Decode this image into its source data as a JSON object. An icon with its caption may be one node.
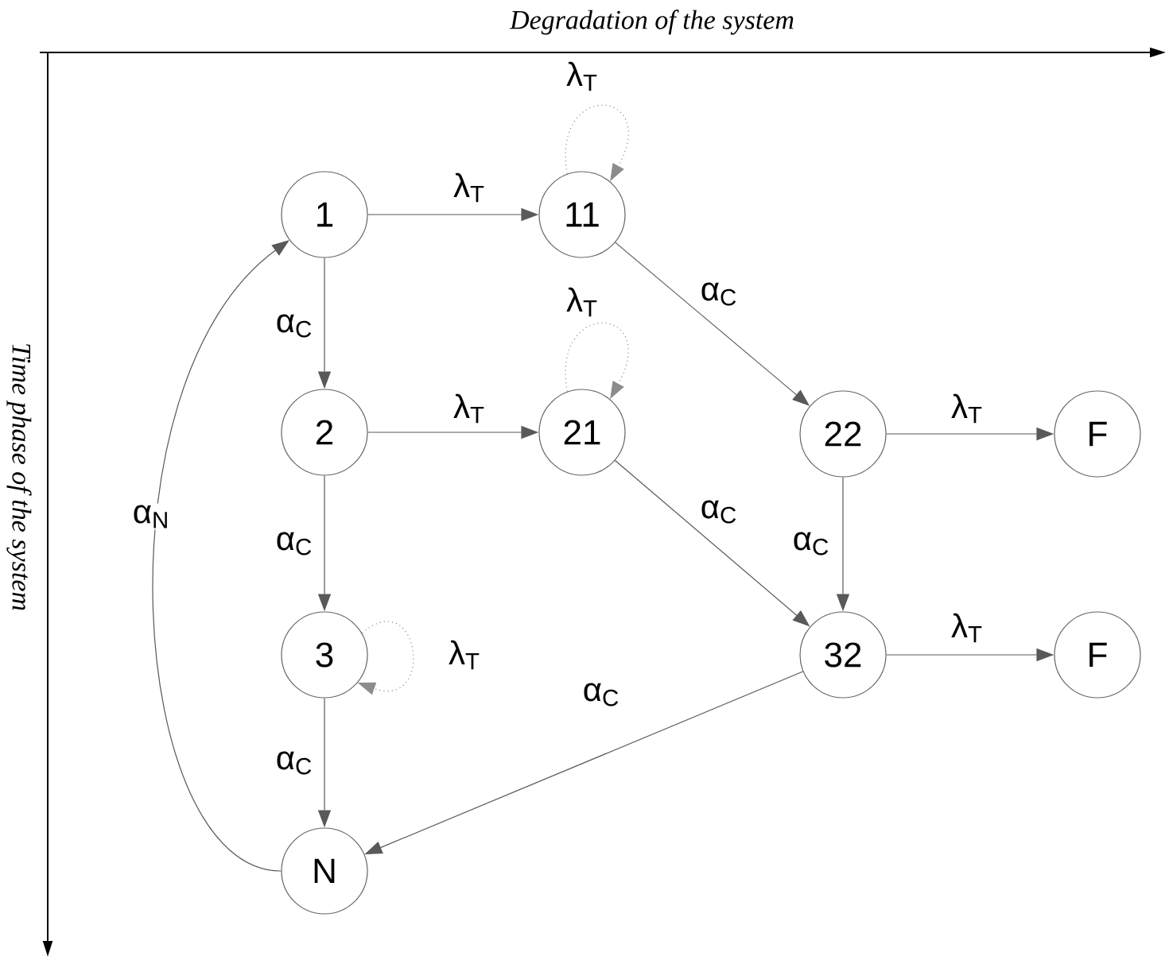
{
  "diagram": {
    "nodes": [
      {
        "text": [
          "1"
        ]
      },
      {
        "text": [
          "11"
        ]
      },
      {
        "text": [
          "2"
        ]
      },
      {
        "text": [
          "21"
        ]
      },
      {
        "text": [
          "22"
        ]
      },
      {
        "text": [
          "F"
        ]
      },
      {
        "text": [
          "3"
        ]
      },
      {
        "text": [
          "32"
        ]
      },
      {
        "text": [
          "F"
        ]
      },
      {
        "text": [
          "N"
        ]
      }
    ],
    "edges": [
      {
        "from": 0,
        "to": 1,
        "arrow": "to",
        "label": "λ$_{T}$"
      },
      {
        "from": 0,
        "to": 2,
        "arrow": "to",
        "label": "α$_{C}$"
      },
      {
        "from": 1,
        "to": 1,
        "arrow": "to",
        "label": "λ$_{T}$",
        "style": "dashed"
      },
      {
        "from": 1,
        "to": 4,
        "arrow": "to",
        "label": "α$_{C}$"
      },
      {
        "from": 2,
        "to": 3,
        "arrow": "to",
        "label": "λ$_{T}$"
      },
      {
        "from": 2,
        "to": 6,
        "arrow": "to",
        "label": "α$_{C}$"
      },
      {
        "from": 3,
        "to": 3,
        "arrow": "to",
        "label": "λ$_{T}$",
        "style": "dashed"
      },
      {
        "from": 3,
        "to": 7,
        "arrow": "to",
        "label": "α$_{C}$"
      },
      {
        "from": 4,
        "to": 5,
        "arrow": "to",
        "label": "λ$_{T}$"
      },
      {
        "from": 4,
        "to": 7,
        "arrow": "to",
        "label": "α$_{C}$"
      },
      {
        "from": 7,
        "to": 8,
        "arrow": "to",
        "label": "λ$_{T}$"
      },
      {
        "from": 6,
        "to": 6,
        "arrow": "to",
        "label": "λ$_{T}$",
        "style": "dashed"
      },
      {
        "from": 6,
        "to": 9,
        "arrow": "to",
        "label": "α$_{C}$"
      },
      {
        "from": 7,
        "to": 9,
        "arrow": "to",
        "label": "α$_{C}$"
      },
      {
        "from": 9,
        "to": 0,
        "arrow": "to",
        "label": "α$_{N}$"
      }
    ],
    "labels": [
      "Degradation of the system",
      "Time phase of the system"
    ]
  }
}
